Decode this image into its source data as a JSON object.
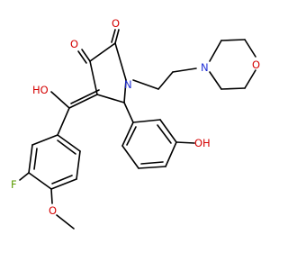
{
  "colors": {
    "background": "#ffffff",
    "bond": "#000000",
    "oxygen": "#d40000",
    "nitrogen": "#1f2fd6",
    "fluorine": "#5a9a00"
  },
  "atom_labels": {
    "carbonyl_o_ring": "O",
    "carbonyl_o_top": "O",
    "n_pyrrolidone": "N",
    "n_morpholine": "N",
    "o_morpholine": "O",
    "hydroxyl_enol": "HO",
    "hydroxyl_phenol": "OH",
    "fluorine": "F",
    "methoxy_o": "O"
  }
}
